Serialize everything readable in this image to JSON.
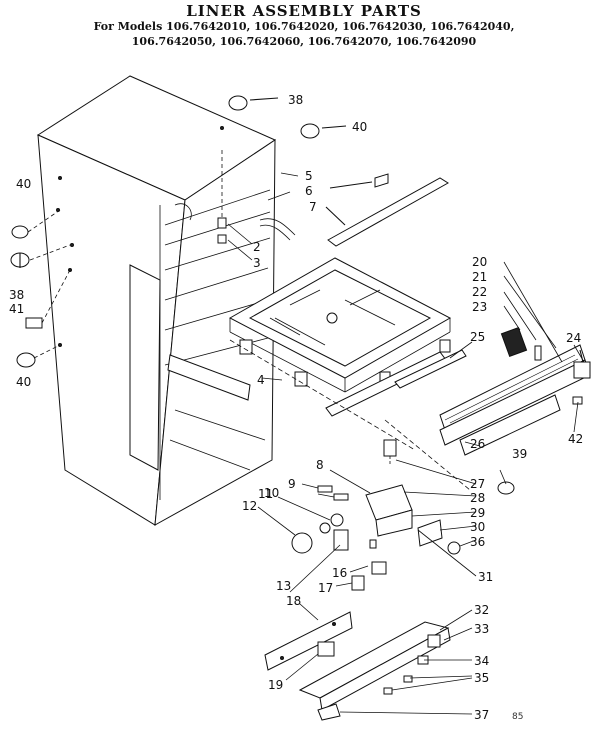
{
  "header": {
    "title": "LINER ASSEMBLY PARTS",
    "models_line1": "For Models 106.7642010, 106.7642020, 106.7642030, 106.7642040,",
    "models_line2": "106.7642050, 106.7642060, 106.7642070, 106.7642090"
  },
  "callouts": [
    "38",
    "40",
    "5",
    "6",
    "7",
    "2",
    "3",
    "40",
    "38",
    "41",
    "40",
    "4",
    "20",
    "21",
    "22",
    "23",
    "25",
    "24",
    "42",
    "8",
    "9",
    "10",
    "11",
    "12",
    "26",
    "39",
    "27",
    "28",
    "29",
    "30",
    "36",
    "13",
    "17",
    "16",
    "31",
    "18",
    "32",
    "33",
    "34",
    "35",
    "19",
    "37"
  ],
  "footer_code": "85"
}
